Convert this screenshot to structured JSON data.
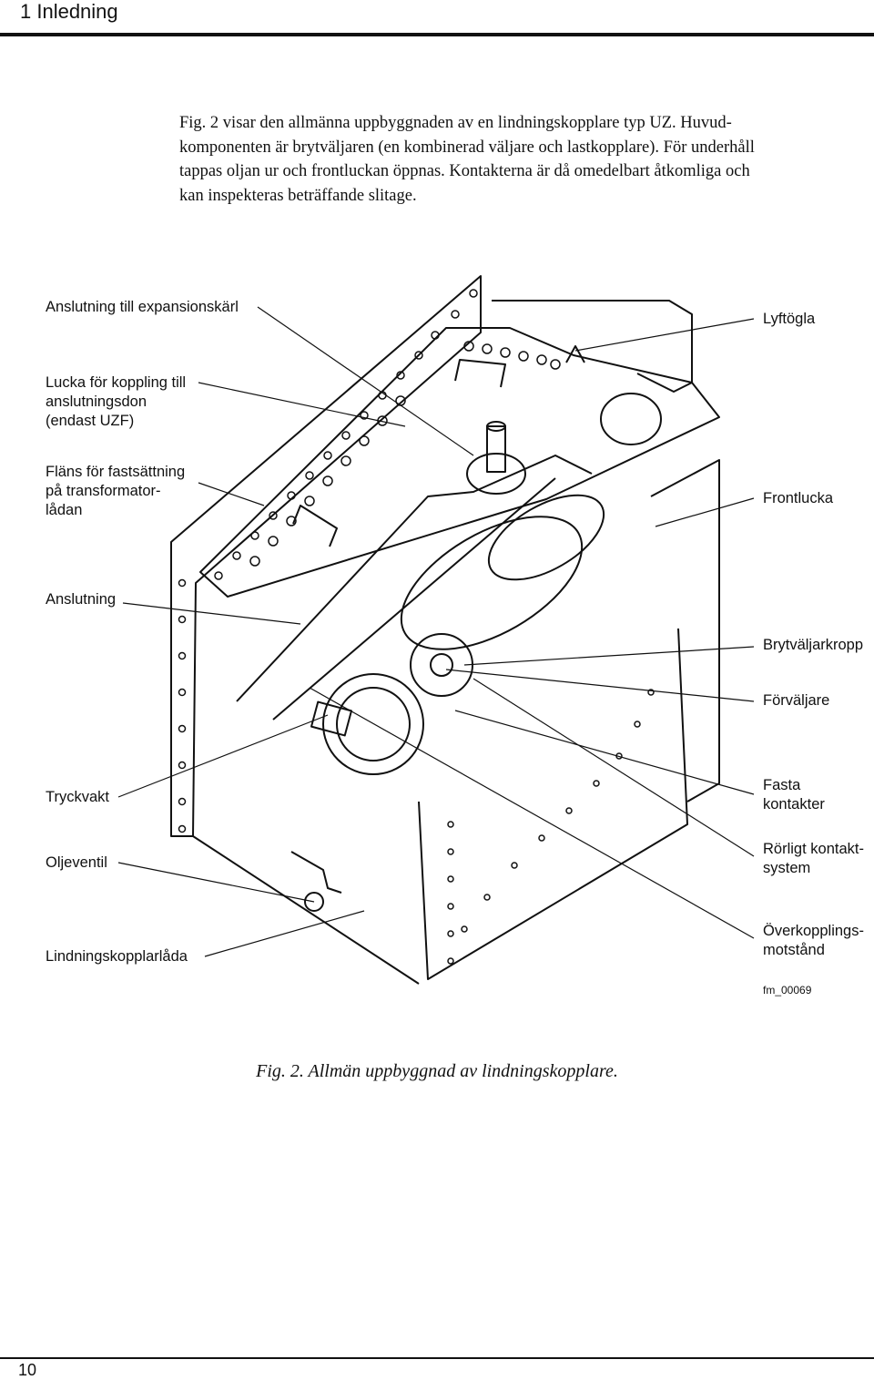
{
  "header": {
    "title": "1 Inledning"
  },
  "intro": {
    "text": "Fig. 2 visar den allmänna uppbyggnaden av en lindningskopplare typ UZ. Huvud-\nkomponenten är brytväljaren (en kombinerad väljare och lastkopplare). För underhåll\ntappas oljan ur och frontluckan öppnas. Kontakterna är då omedelbart åtkomliga och\nkan inspekteras beträffande slitage."
  },
  "figure": {
    "labels": {
      "anslutning_expansion": "Anslutning till expansionskärl",
      "lucka": "Lucka för koppling till\nanslutningsdon\n(endast UZF)",
      "flans": "Fläns för fastsättning\npå transformator-\nlådan",
      "anslutning": "Anslutning",
      "tryckvakt": "Tryckvakt",
      "oljeventil": "Oljeventil",
      "lindningskopplarlada": "Lindningskopplarlåda",
      "lyftogla": "Lyftögla",
      "frontlucka": "Frontlucka",
      "brytvaljarkropp": "Brytväljarkropp",
      "forvaljare": "Förväljare",
      "fasta_kontakter": "Fasta\nkontakter",
      "rorligt_kontaktsystem": "Rörligt kontakt-\nsystem",
      "overkopplingsmotstand": "Överkopplings-\nmotstånd"
    },
    "figure_id": "fm_00069",
    "caption": "Fig. 2. Allmän uppbyggnad av lindningskopplare."
  },
  "footer": {
    "page_number": "10"
  }
}
